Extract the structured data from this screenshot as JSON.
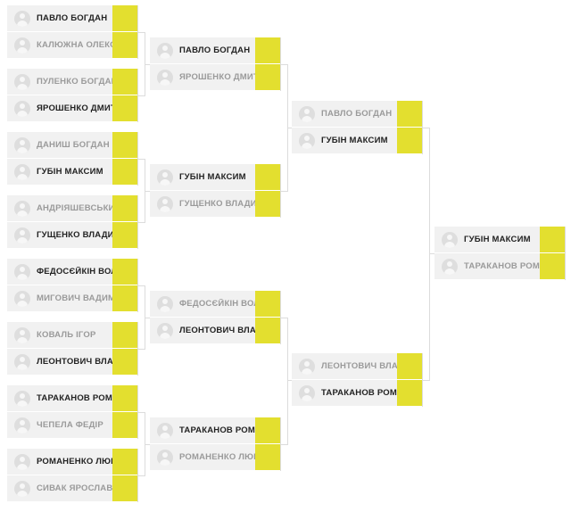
{
  "bracket": {
    "accent_color": "#e3df2f",
    "slot_background": "#f1f1f1",
    "rounds": [
      {
        "matches": [
          {
            "players": [
              {
                "name": "ПАВЛО БОГДАН",
                "winner": true
              },
              {
                "name": "КАЛЮЖНА ОЛЕКС",
                "winner": false
              }
            ]
          },
          {
            "players": [
              {
                "name": "ПУЛЕНКО БОГДАН",
                "winner": false
              },
              {
                "name": "ЯРОШЕНКО ДМИТ",
                "winner": true
              }
            ]
          },
          {
            "players": [
              {
                "name": "ДАНИШ БОГДАН",
                "winner": false
              },
              {
                "name": "ГУБІН МАКСИМ",
                "winner": true
              }
            ]
          },
          {
            "players": [
              {
                "name": "АНДРІЯШЕВСЬКИЙ",
                "winner": false
              },
              {
                "name": "ГУЩЕНКО ВЛАДИС",
                "winner": true
              }
            ]
          },
          {
            "players": [
              {
                "name": "ФЕДОСЄЙКІН ВОЛ",
                "winner": true
              },
              {
                "name": "МИГОВИЧ ВАДИМ",
                "winner": false
              }
            ]
          },
          {
            "players": [
              {
                "name": "КОВАЛЬ ІГОР",
                "winner": false
              },
              {
                "name": "ЛЕОНТОВИЧ ВЛАД",
                "winner": true
              }
            ]
          },
          {
            "players": [
              {
                "name": "ТАРАКАНОВ РОМА",
                "winner": true
              },
              {
                "name": "ЧЕПЕЛА ФЕДІР",
                "winner": false
              }
            ]
          },
          {
            "players": [
              {
                "name": "РОМАНЕНКО ЛЮБ",
                "winner": true
              },
              {
                "name": "СИВАК ЯРОСЛАВ",
                "winner": false
              }
            ]
          }
        ]
      },
      {
        "matches": [
          {
            "players": [
              {
                "name": "ПАВЛО БОГДАН",
                "winner": true
              },
              {
                "name": "ЯРОШЕНКО ДМИТ",
                "winner": false
              }
            ]
          },
          {
            "players": [
              {
                "name": "ГУБІН МАКСИМ",
                "winner": true
              },
              {
                "name": "ГУЩЕНКО ВЛАДИС",
                "winner": false
              }
            ]
          },
          {
            "players": [
              {
                "name": "ФЕДОСЄЙКІН ВОЛ",
                "winner": false
              },
              {
                "name": "ЛЕОНТОВИЧ ВЛАД",
                "winner": true
              }
            ]
          },
          {
            "players": [
              {
                "name": "ТАРАКАНОВ РОМА",
                "winner": true
              },
              {
                "name": "РОМАНЕНКО ЛЮБ",
                "winner": false
              }
            ]
          }
        ]
      },
      {
        "matches": [
          {
            "players": [
              {
                "name": "ПАВЛО БОГДАН",
                "winner": false
              },
              {
                "name": "ГУБІН МАКСИМ",
                "winner": true
              }
            ]
          },
          {
            "players": [
              {
                "name": "ЛЕОНТОВИЧ ВЛАД",
                "winner": false
              },
              {
                "name": "ТАРАКАНОВ РОМА",
                "winner": true
              }
            ]
          }
        ]
      },
      {
        "matches": [
          {
            "players": [
              {
                "name": "ГУБІН МАКСИМ",
                "winner": true
              },
              {
                "name": "ТАРАКАНОВ РОМА",
                "winner": false
              }
            ]
          }
        ]
      }
    ]
  }
}
